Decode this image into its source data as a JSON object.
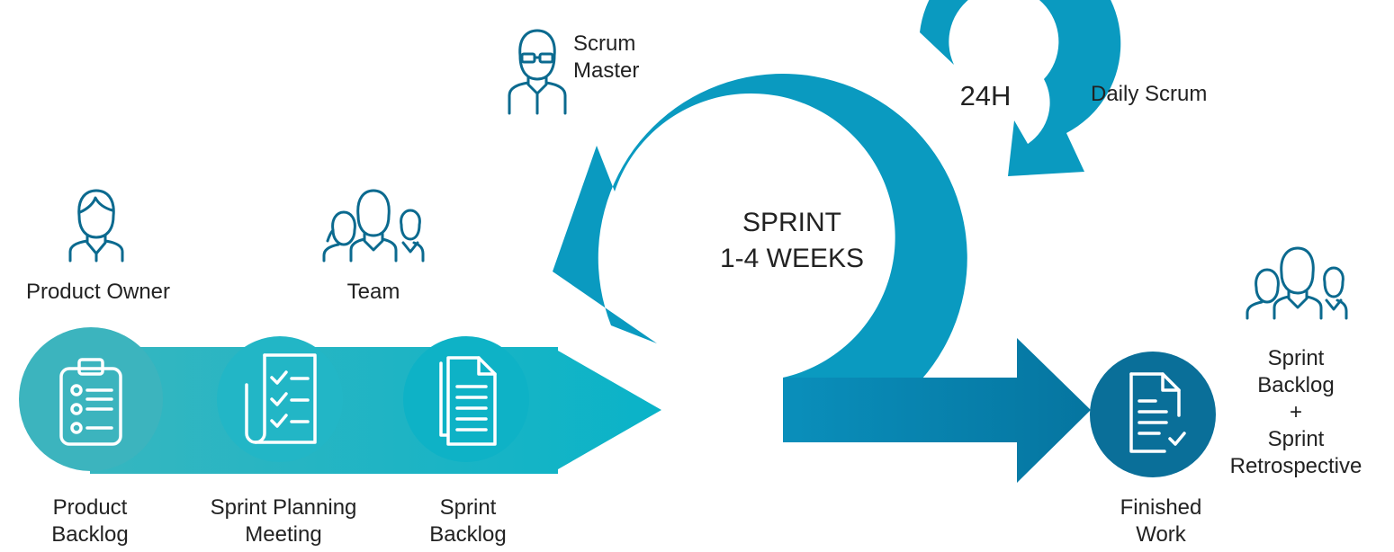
{
  "roles": {
    "product_owner": "Product Owner",
    "team": "Team",
    "scrum_master": "Scrum\nMaster"
  },
  "steps": {
    "product_backlog": "Product\nBacklog",
    "sprint_planning": "Sprint Planning\nMeeting",
    "sprint_backlog": "Sprint\nBacklog",
    "finished_work": "Finished\nWork"
  },
  "cycle": {
    "sprint_title": "SPRINT",
    "sprint_duration": "1-4 WEEKS",
    "daily_hours": "24H",
    "daily_label": "Daily Scrum"
  },
  "outcome": {
    "label": "Sprint\nBacklog\n+\nSprint\nRetrospective"
  },
  "colors": {
    "teal_light": "#3cb4be",
    "teal_band": "#1bb5c4",
    "cycle_blue": "#0a9ac0",
    "deep_blue": "#077aa6",
    "finished_blue": "#0a6f99",
    "icon_blue": "#0b6a8f"
  },
  "icons": [
    "person-icon",
    "team-icon",
    "scrum-master-icon",
    "clipboard-icon",
    "checklist-icon",
    "documents-icon",
    "finished-document-icon"
  ]
}
